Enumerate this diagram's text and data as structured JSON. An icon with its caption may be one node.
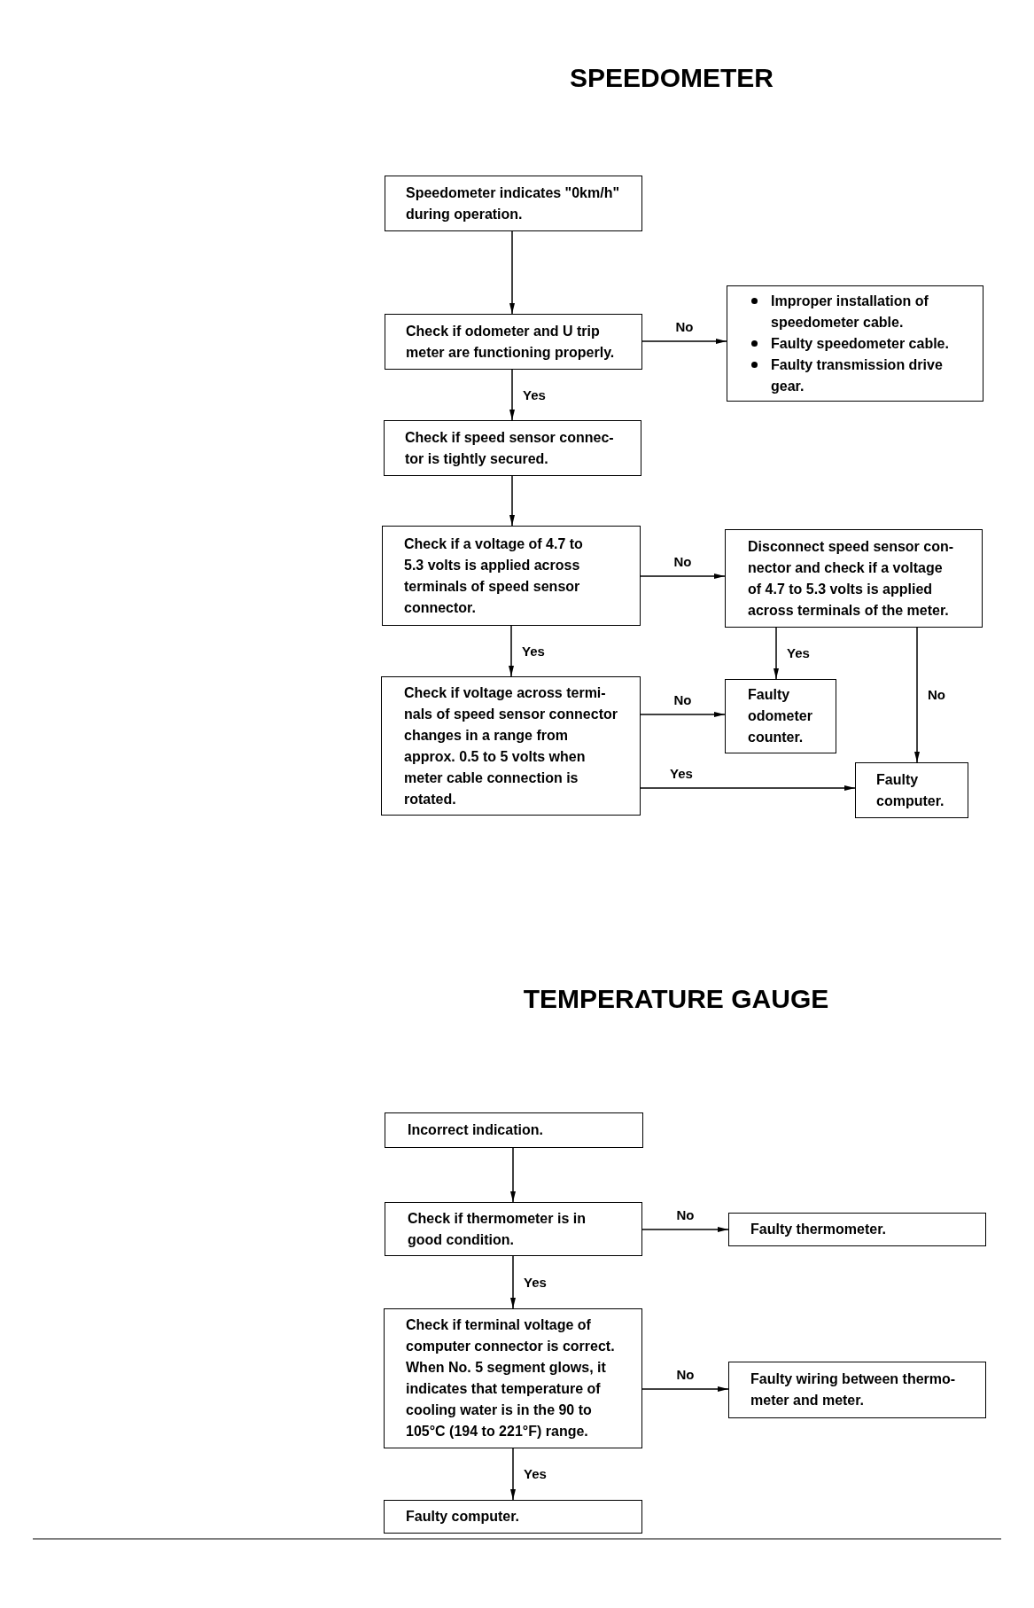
{
  "diagram": {
    "title": "SPEEDOMETER",
    "nodes": [
      {
        "text": [
          "Speedometer indicates \"0km/h\" during operation."
        ]
      },
      {
        "text": [
          "Check if odometer and U trip meter are functioning properly."
        ]
      },
      {
        "text": [
          "Improper installation of speedometer cable.",
          "Faulty speedometer cable.",
          "Faulty transmission drive gear."
        ]
      },
      {
        "text": [
          "Check if speed sensor connec- tor is tightly secured."
        ]
      },
      {
        "text": [
          "Check if a voltage of 4.7 to 5.3 volts is applied across terminals of speed sensor connector."
        ]
      },
      {
        "text": [
          "Disconnect speed sensor con- nector and check if a voltage of 4.7 to 5.3 volts is applied across terminals of the meter."
        ]
      },
      {
        "text": [
          "Check if voltage across termi- nals of speed sensor connector changes in a range from approx. 0.5 to 5 volts when meter cable connection is rotated."
        ]
      },
      {
        "text": [
          "Faulty odometer counter."
        ]
      },
      {
        "text": [
          "Faulty computer."
        ]
      },
      {
        "text": [
          "Incorrect indication."
        ]
      },
      {
        "text": [
          "Check if thermometer is in good condition."
        ]
      },
      {
        "text": [
          "Faulty thermometer."
        ]
      },
      {
        "text": [
          "Check if terminal voltage of computer connector is correct. When No. 5 segment glows, it indicates that temperature of cooling water is in the 90 to 105°C (194 to 221°F) range."
        ]
      },
      {
        "text": [
          "Faulty wiring between thermo- meter and meter."
        ]
      },
      {
        "text": [
          "Faulty computer."
        ]
      }
    ],
    "edges": [
      {
        "from": 0,
        "to": 1,
        "arrow": "to"
      },
      {
        "from": 1,
        "to": 2,
        "arrow": "to",
        "label": "No"
      },
      {
        "from": 1,
        "to": 3,
        "arrow": "to",
        "label": "Yes"
      },
      {
        "from": 3,
        "to": 4,
        "arrow": "to"
      },
      {
        "from": 4,
        "to": 5,
        "arrow": "to",
        "label": "No"
      },
      {
        "from": 4,
        "to": 6,
        "arrow": "to",
        "label": "Yes"
      },
      {
        "from": 5,
        "to": 7,
        "arrow": "to",
        "label": "Yes"
      },
      {
        "from": 5,
        "to": 8,
        "arrow": "to",
        "label": "No"
      },
      {
        "from": 6,
        "to": 7,
        "arrow": "to",
        "label": "No"
      },
      {
        "from": 6,
        "to": 8,
        "arrow": "to",
        "label": "Yes"
      },
      {
        "from": 9,
        "to": 10,
        "arrow": "to"
      },
      {
        "from": 10,
        "to": 11,
        "arrow": "to",
        "label": "No"
      },
      {
        "from": 10,
        "to": 12,
        "arrow": "to",
        "label": "Yes"
      },
      {
        "from": 12,
        "to": 13,
        "arrow": "to",
        "label": "No"
      },
      {
        "from": 12,
        "to": 14,
        "arrow": "to",
        "label": "Yes"
      }
    ],
    "labels": [
      "TEMPERATURE GAUGE"
    ]
  }
}
